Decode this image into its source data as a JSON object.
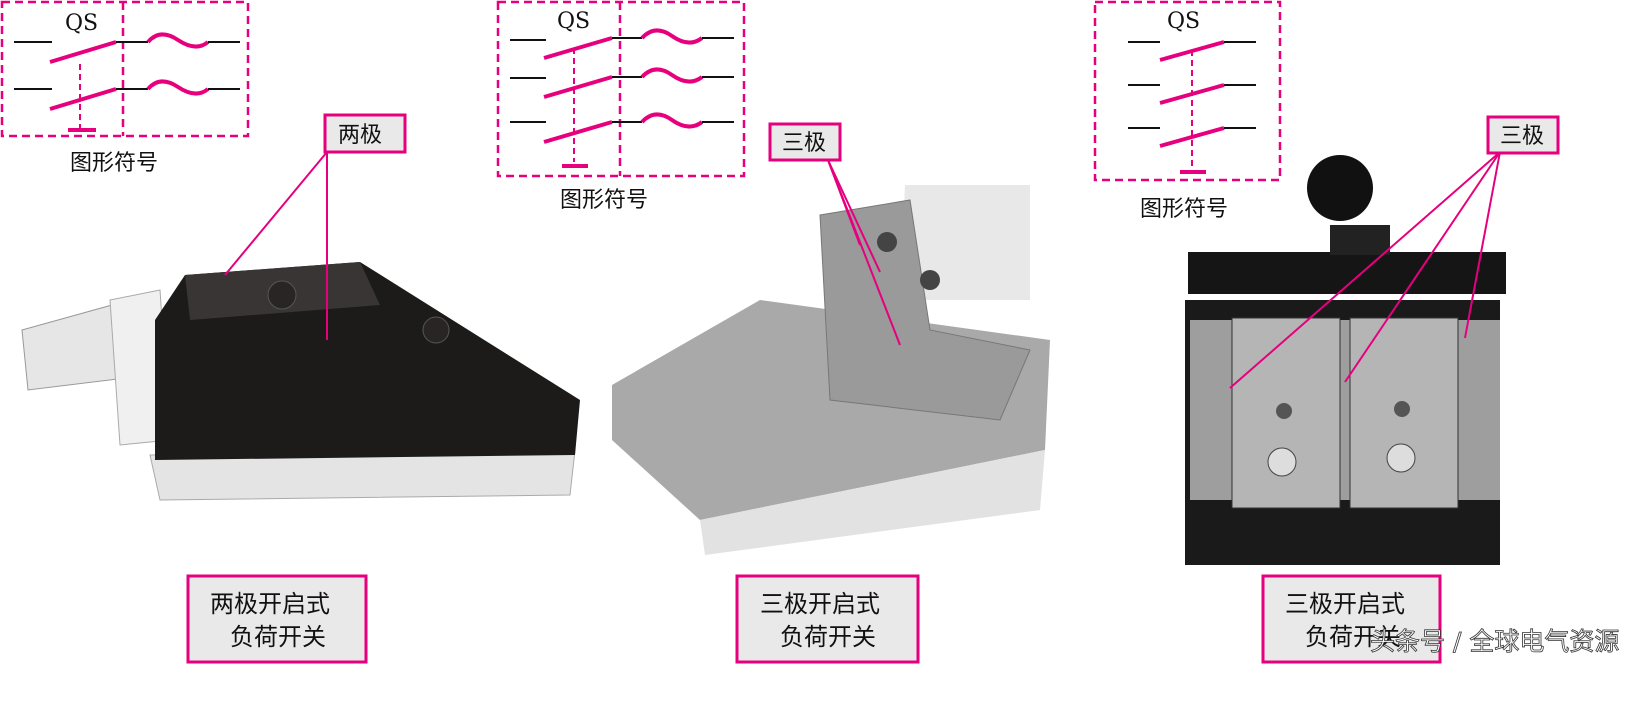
{
  "symbol_label": "QS",
  "symbol_caption": "图形符号",
  "colors": {
    "accent": "#e6007e",
    "callout_fill": "#e9e9e9"
  },
  "panels": [
    {
      "pole_label": "两极",
      "caption_line1": "两极开启式",
      "caption_line2": "负荷开关",
      "poles": 2
    },
    {
      "pole_label": "三极",
      "caption_line1": "三极开启式",
      "caption_line2": "负荷开关",
      "poles": 3
    },
    {
      "pole_label": "三极",
      "caption_line1": "三极开启式",
      "caption_line2": "负荷开关",
      "poles": 3
    }
  ],
  "watermark": "头条号 / 全球电气资源"
}
